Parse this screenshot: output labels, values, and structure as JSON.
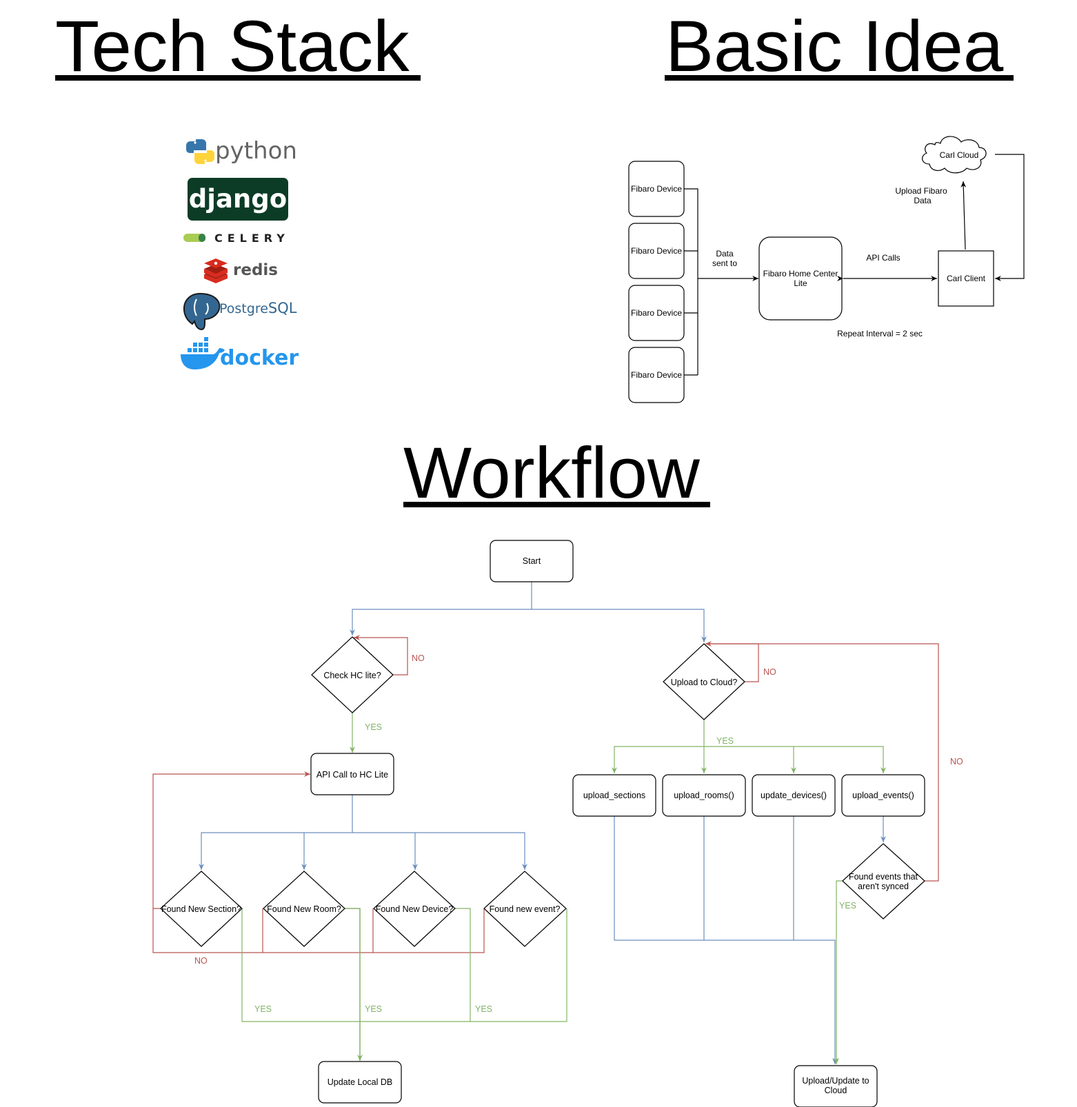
{
  "headings": {
    "tech_stack": "Tech Stack",
    "basic_idea": "Basic Idea",
    "workflow": "Workflow"
  },
  "tech_stack": {
    "python": "python",
    "django": "django",
    "celery": "CELERY",
    "redis": "redis",
    "postgres_a": "Postgre",
    "postgres_b": "SQL",
    "docker": "docker"
  },
  "basic_idea": {
    "devices": [
      "Fibaro Device",
      "Fibaro Device",
      "Fibaro Device",
      "Fibaro Device"
    ],
    "data_sent_to": [
      "Data",
      "sent to"
    ],
    "home_center": [
      "Fibaro Home Center",
      "Lite"
    ],
    "api_calls": "API Calls",
    "carl_client": "Carl Client",
    "carl_cloud": "Carl Cloud",
    "upload_fibaro_data": [
      "Upload Fibaro",
      "Data"
    ],
    "repeat_interval": "Repeat Interval = 2 sec"
  },
  "workflow": {
    "start": "Start",
    "check_hc": "Check HC lite?",
    "upload_to_cloud": "Upload to Cloud?",
    "api_call": "API Call to HC Lite",
    "found_section": "Found New Section?",
    "found_room": "Found New Room?",
    "found_device": "Found New Device?",
    "found_event": "Found new event?",
    "update_local_db": "Update Local DB",
    "upload_sections": "upload_sections",
    "upload_rooms": "upload_rooms()",
    "update_devices": "update_devices()",
    "upload_events": "upload_events()",
    "found_unsynced": [
      "Found events that",
      "aren't synced"
    ],
    "upload_update_cloud": [
      "Upload/Update to",
      "Cloud"
    ],
    "yes": "YES",
    "no": "NO"
  },
  "colors": {
    "blue_line": "#6c8ebf",
    "green_line": "#82b366",
    "red_line": "#b85450",
    "yes_text": "#82b366",
    "no_text": "#b85450",
    "django_bg": "#0c3c26",
    "celery_green": "#a9cc54",
    "redis_red": "#d82c20",
    "postgres_blue": "#336791",
    "docker_blue": "#2496ed",
    "python_blue": "#3776ab",
    "python_yellow": "#ffd43b"
  }
}
